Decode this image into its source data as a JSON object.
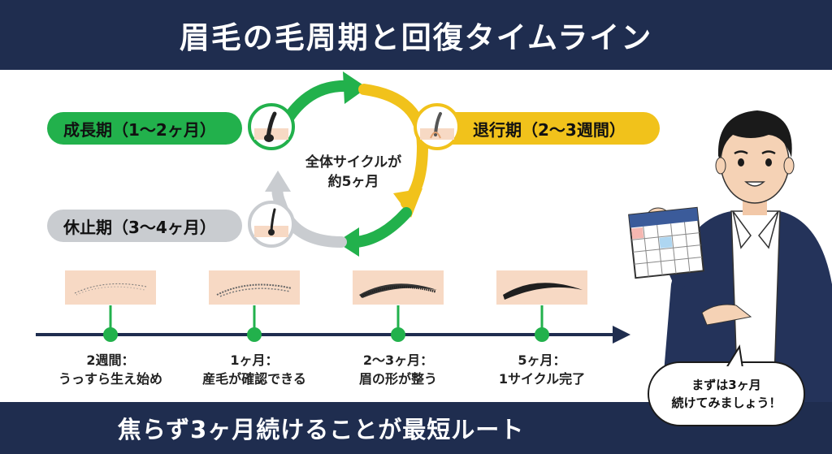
{
  "title": "眉毛の毛周期と回復タイムライン",
  "phases": {
    "growth": "成長期（1〜2ヶ月）",
    "regression": "退行期（2〜3週間）",
    "rest": "休止期（3〜4ヶ月）"
  },
  "cycle_center": {
    "line1": "全体サイクルが",
    "line2": "約5ヶ月"
  },
  "timeline": [
    {
      "line1": "2週間：",
      "line2": "うっすら生え始め"
    },
    {
      "line1": "1ヶ月：",
      "line2": "産毛が確認できる"
    },
    {
      "line1": "2〜3ヶ月：",
      "line2": "眉の形が整う"
    },
    {
      "line1": "5ヶ月：",
      "line2": "1サイクル完了"
    }
  ],
  "speech_bubble": {
    "line1": "まずは3ヶ月",
    "line2": "続けてみましょう！"
  },
  "footer": "焦らず3ヶ月続けることが最短ルート",
  "colors": {
    "navy": "#1f2d4f",
    "green": "#22b14c",
    "yellow": "#f1c21b",
    "gray": "#c9ccd0",
    "skin": "#f7d9c4"
  }
}
